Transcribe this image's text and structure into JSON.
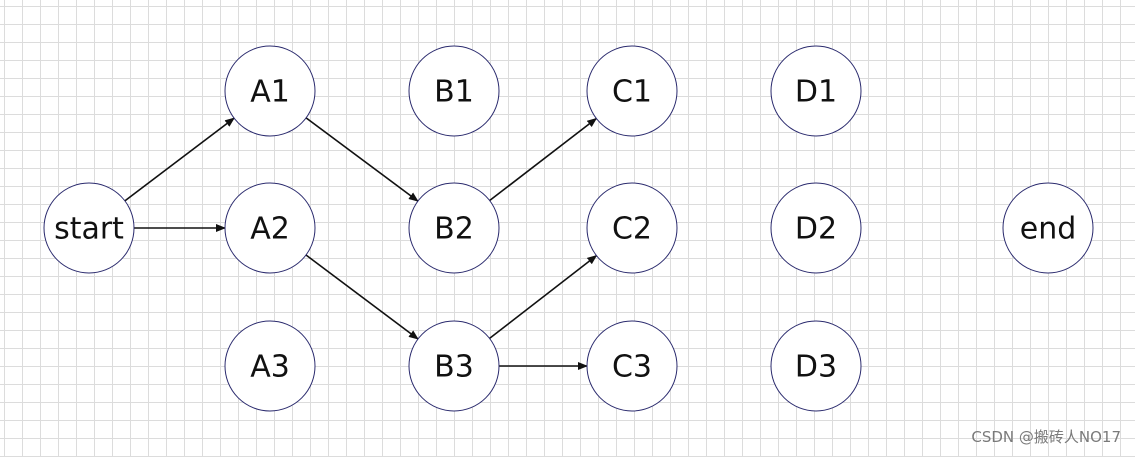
{
  "diagram": {
    "nodes": [
      {
        "id": "start",
        "label": "start"
      },
      {
        "id": "A1",
        "label": "A1"
      },
      {
        "id": "A2",
        "label": "A2"
      },
      {
        "id": "A3",
        "label": "A3"
      },
      {
        "id": "B1",
        "label": "B1"
      },
      {
        "id": "B2",
        "label": "B2"
      },
      {
        "id": "B3",
        "label": "B3"
      },
      {
        "id": "C1",
        "label": "C1"
      },
      {
        "id": "C2",
        "label": "C2"
      },
      {
        "id": "C3",
        "label": "C3"
      },
      {
        "id": "D1",
        "label": "D1"
      },
      {
        "id": "D2",
        "label": "D2"
      },
      {
        "id": "D3",
        "label": "D3"
      },
      {
        "id": "end",
        "label": "end"
      }
    ],
    "edges": [
      {
        "from": "start",
        "to": "A1"
      },
      {
        "from": "start",
        "to": "A2"
      },
      {
        "from": "A1",
        "to": "B2"
      },
      {
        "from": "A2",
        "to": "B3"
      },
      {
        "from": "B2",
        "to": "C1"
      },
      {
        "from": "B3",
        "to": "C2"
      },
      {
        "from": "B3",
        "to": "C3"
      }
    ]
  },
  "watermark": "CSDN @搬砖人NO17"
}
